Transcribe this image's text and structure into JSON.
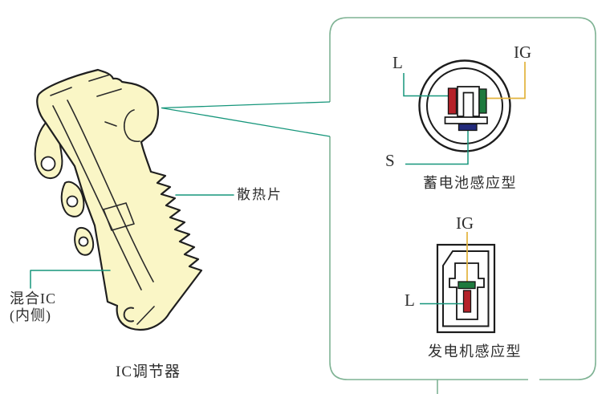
{
  "figure": {
    "caption": "IC调节器",
    "part_labels": {
      "heatsink": "散热片",
      "hybrid_ic": "混合IC",
      "hybrid_ic_note": "(内侧)"
    },
    "panel": {
      "battery": {
        "title": "蓄电池感应型",
        "pins": [
          {
            "label": "L"
          },
          {
            "label": "IG"
          },
          {
            "label": "S"
          }
        ]
      },
      "generator": {
        "title": "发电机感应型",
        "pins": [
          {
            "label": "IG"
          },
          {
            "label": "L"
          }
        ]
      }
    },
    "colors": {
      "callout_line": "#16967B",
      "ig_wire": "#E2B33C",
      "panel_border": "#7FB394",
      "terminal_red": "#B5222A",
      "terminal_green": "#1E7A3E",
      "terminal_blue": "#232B7C",
      "body_fill": "#FAF6C6",
      "outline": "#1F1F1F"
    }
  }
}
